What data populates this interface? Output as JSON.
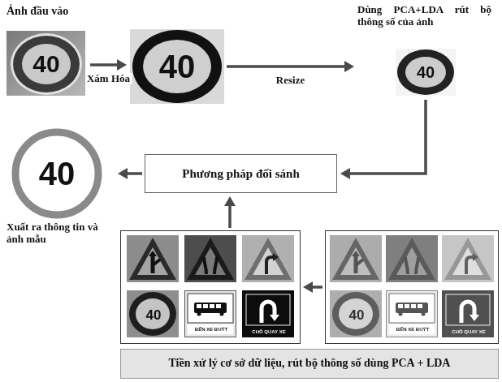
{
  "diagram": {
    "nodes": [
      {
        "text": [
          "Ảnh đầu vào",
          "40"
        ]
      },
      {
        "text": [
          "40"
        ]
      },
      {
        "text": [
          "Dùng PCA+LDA rút bộ thông số của ảnh",
          "40"
        ]
      },
      {
        "text": [
          "Phương pháp đối sánh"
        ]
      },
      {
        "text": [
          "40",
          "Xuất ra thông tin và ảnh mẫu"
        ]
      },
      {
        "text": [
          "40",
          "BẾN XE BUÝT",
          "CHỖ QUAY XE"
        ]
      },
      {
        "text": [
          "40",
          "BẾN XE BUÝT",
          "CHỖ QUAY XE"
        ]
      },
      {
        "text": [
          "Tiền xử lý cơ sở dữ liệu, rút bộ thông số dùng PCA + LDA"
        ]
      }
    ],
    "edges": [
      {
        "from": 0,
        "to": 1,
        "arrow": "to",
        "label": "Xám Hóa"
      },
      {
        "from": 1,
        "to": 2,
        "arrow": "to",
        "label": "Resize"
      },
      {
        "from": 2,
        "to": 3,
        "arrow": "to"
      },
      {
        "from": 3,
        "to": 4,
        "arrow": "to"
      },
      {
        "from": 6,
        "to": 5,
        "arrow": "to"
      },
      {
        "from": 5,
        "to": 3,
        "arrow": "to"
      }
    ]
  }
}
